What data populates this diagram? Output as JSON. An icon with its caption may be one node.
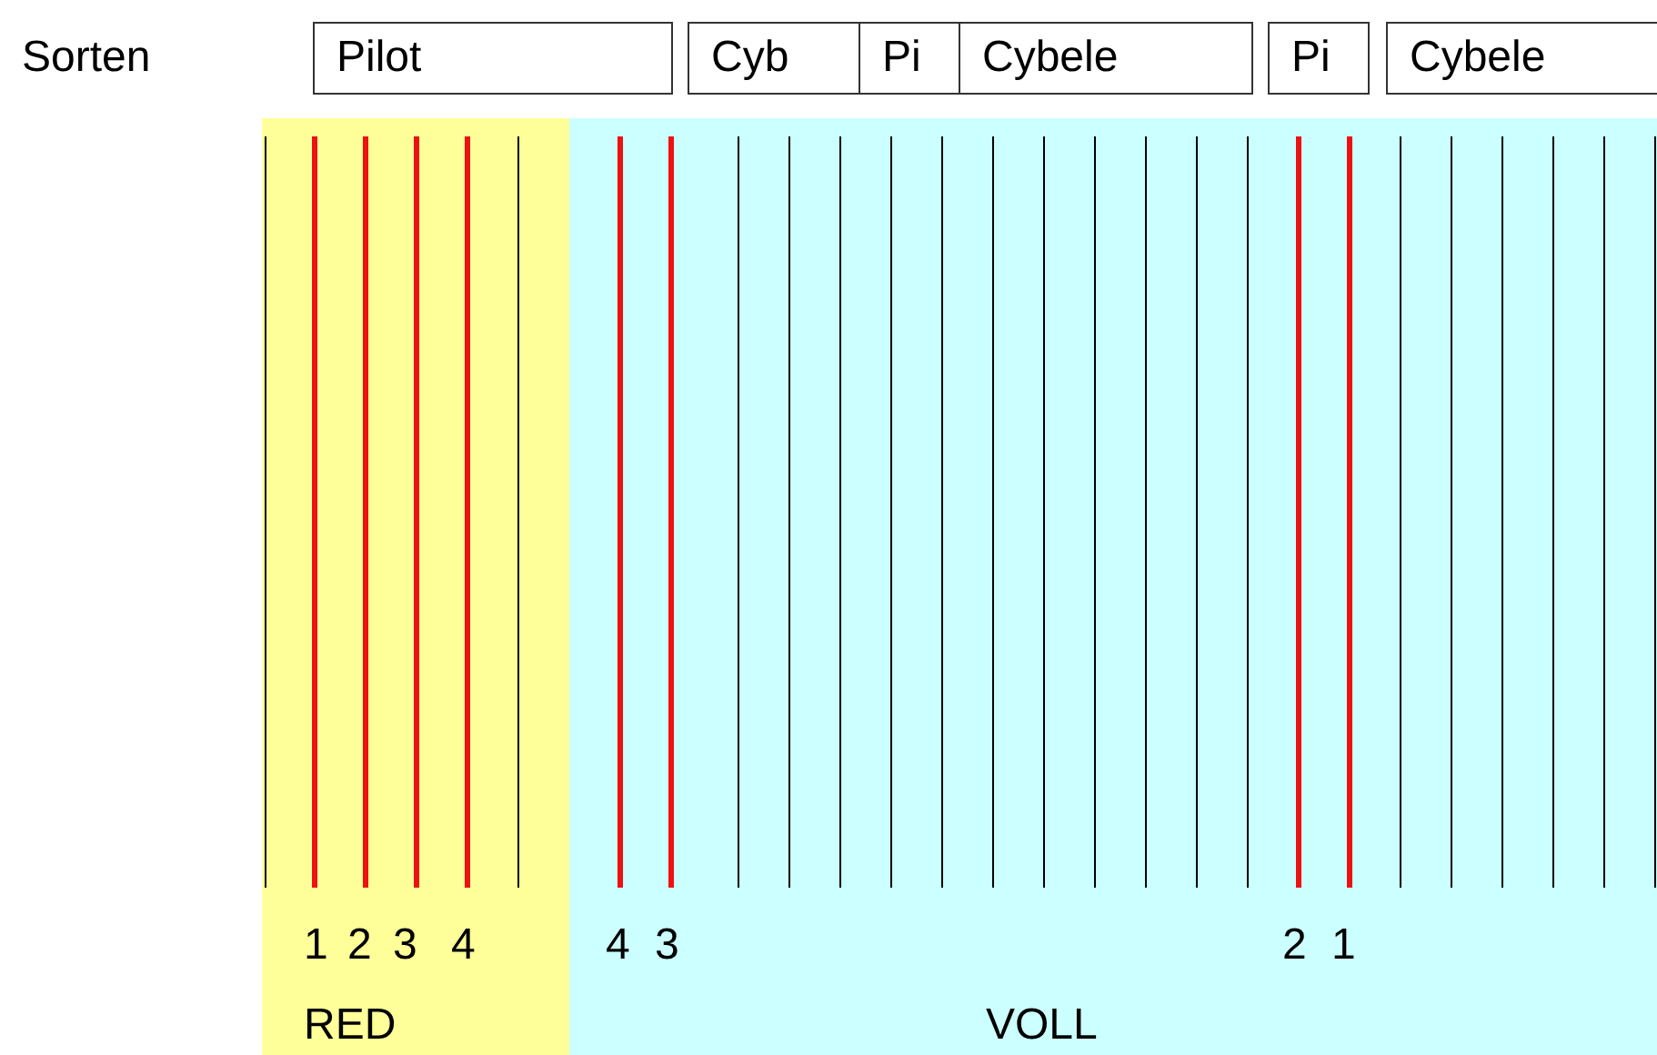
{
  "diagram": {
    "nodes": [
      {
        "text": [
          "Pilot"
        ]
      },
      {
        "text": [
          "Cyb"
        ]
      },
      {
        "text": [
          "Pi"
        ]
      },
      {
        "text": [
          "Cybele"
        ]
      },
      {
        "text": [
          "Pi"
        ]
      },
      {
        "text": [
          "Cybele"
        ]
      },
      {
        "text": [
          "RED"
        ]
      },
      {
        "text": [
          "VOLL"
        ]
      }
    ],
    "edges": [],
    "labels": [
      "Sorten",
      "1",
      "2",
      "3",
      "4",
      "4",
      "3",
      "2",
      "1"
    ]
  }
}
